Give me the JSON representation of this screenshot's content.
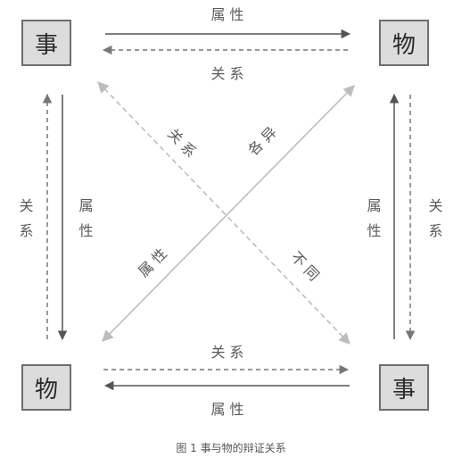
{
  "boxes": {
    "top_left": "事",
    "top_right": "物",
    "bottom_left": "物",
    "bottom_right": "事"
  },
  "labels": {
    "top_solid": "属 性",
    "top_dashed": "关 系",
    "bottom_dashed": "关 系",
    "bottom_solid": "属 性",
    "left_dashed": "关系",
    "left_solid": "属性",
    "right_solid": "属性",
    "right_dashed": "关系",
    "diag_dashed_upper": "关 系",
    "diag_solid_upper": "各 异",
    "diag_solid_lower": "属 性",
    "diag_dashed_lower": "不 同"
  },
  "caption": "图 1  事与物的辩证关系",
  "colors": {
    "solid_line": "#555555",
    "dashed_line": "#777777",
    "diag_line": "#bdbdbd",
    "box_fill": "#dcdcdc"
  }
}
